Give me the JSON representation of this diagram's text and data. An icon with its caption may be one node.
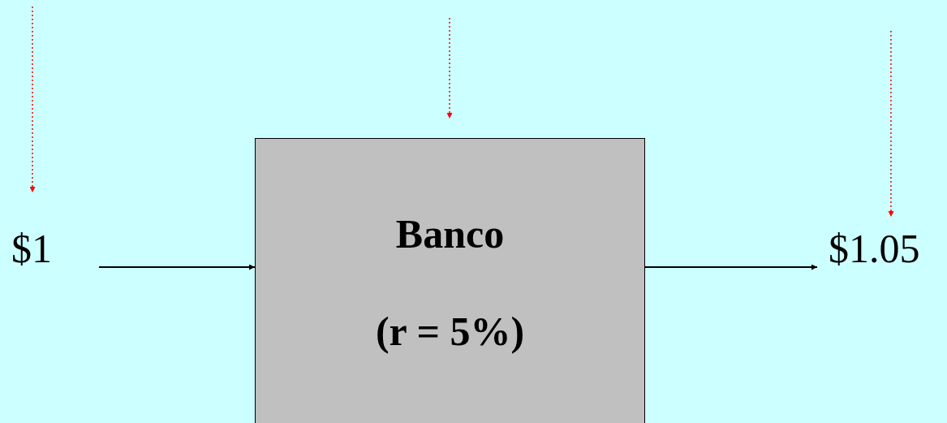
{
  "diagram": {
    "nodes": [
      {
        "text": [
          "$1"
        ]
      },
      {
        "text": [
          "Banco",
          "(r = 5%)"
        ]
      },
      {
        "text": [
          "$1.05"
        ]
      }
    ],
    "edges": [
      {
        "from": 0,
        "to": 1,
        "arrow": "to",
        "color": "#000000"
      },
      {
        "from": 1,
        "to": 2,
        "arrow": "to",
        "color": "#000000"
      },
      {
        "from": null,
        "to": 0,
        "arrow": "to",
        "style": "dashed",
        "color": "#ff0000"
      },
      {
        "from": null,
        "to": 1,
        "arrow": "to",
        "style": "dashed",
        "color": "#ff0000"
      },
      {
        "from": null,
        "to": 2,
        "arrow": "to",
        "style": "dashed",
        "color": "#ff0000"
      }
    ]
  }
}
